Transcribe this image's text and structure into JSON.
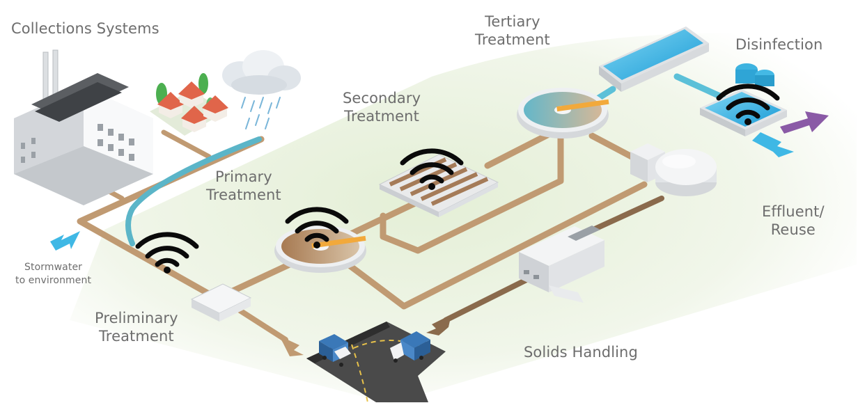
{
  "diagram": {
    "labels": {
      "collections": [
        "Collections Systems"
      ],
      "stormwater": [
        "Stormwater",
        "to environment"
      ],
      "preliminary": [
        "Preliminary",
        "Treatment"
      ],
      "primary": [
        "Primary",
        "Treatment"
      ],
      "secondary": [
        "Secondary",
        "Treatment"
      ],
      "tertiary": [
        "Tertiary",
        "Treatment"
      ],
      "disinfection": [
        "Disinfection"
      ],
      "effluent": [
        "Effluent/",
        "Reuse"
      ],
      "solids": [
        "Solids Handling"
      ]
    },
    "colors": {
      "pipe": "#c09a72",
      "pipe_dark": "#8a6a4c",
      "storm": "#5bb5c8",
      "ground": "#eef4e6",
      "water": "#2fb3e3",
      "arrow_blue": "#3fb8e5",
      "arrow_purple": "#8a5aa6",
      "building": "#eceef0",
      "wifi": "#0a0a0a",
      "text": "#6d6d6d"
    },
    "icons": [
      "factory-icon",
      "houses-icon",
      "rain-cloud-icon",
      "wifi-icon",
      "truck-icon",
      "storage-tank-icon"
    ]
  }
}
